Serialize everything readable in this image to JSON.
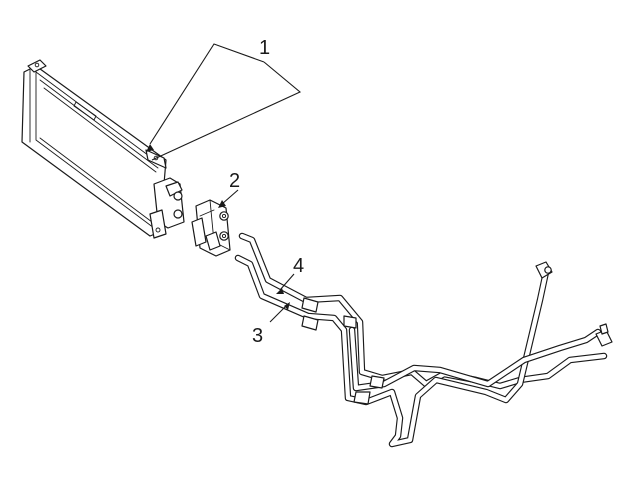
{
  "diagram": {
    "callouts": [
      {
        "id": "1",
        "label": "1"
      },
      {
        "id": "2",
        "label": "2"
      },
      {
        "id": "3",
        "label": "3"
      },
      {
        "id": "4",
        "label": "4"
      }
    ],
    "colors": {
      "line": "#1a1a1a",
      "background": "#ffffff"
    }
  }
}
